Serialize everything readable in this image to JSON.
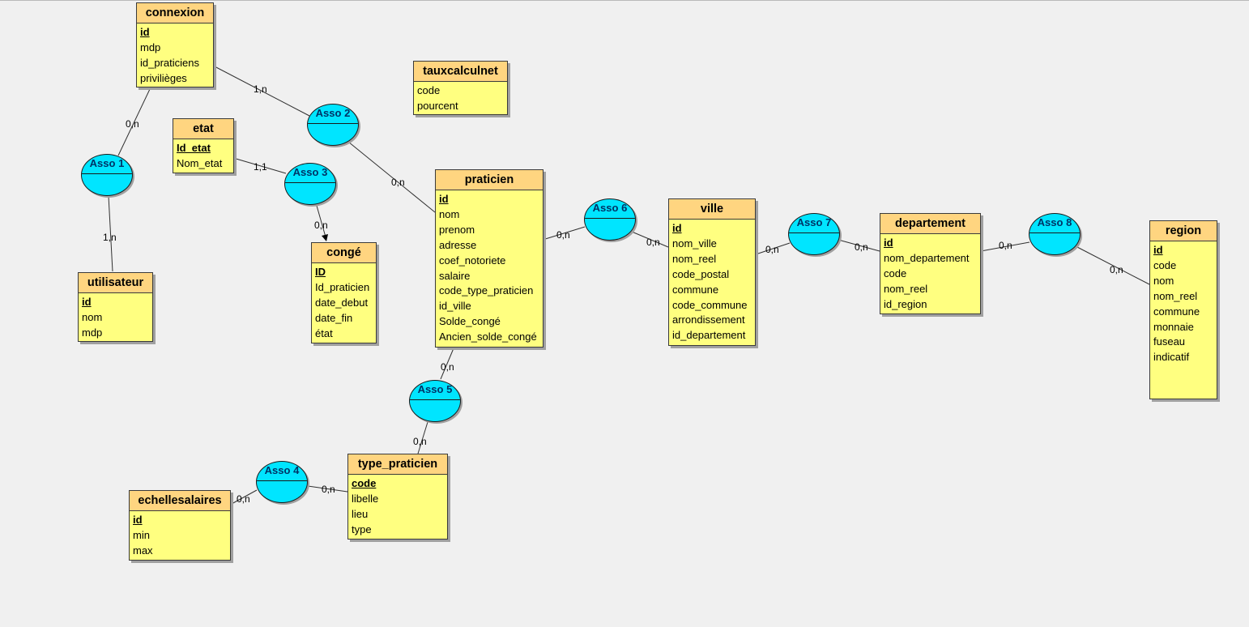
{
  "entities": {
    "connexion": {
      "title": "connexion",
      "attributes": [
        "id",
        "mdp",
        "id_praticiens",
        "privilièges"
      ]
    },
    "utilisateur": {
      "title": "utilisateur",
      "attributes": [
        "id",
        "nom",
        "mdp"
      ]
    },
    "etat": {
      "title": "etat",
      "attributes": [
        "Id_etat",
        "Nom_etat"
      ]
    },
    "conge": {
      "title": "congé",
      "attributes": [
        "ID",
        "Id_praticien",
        "date_debut",
        "date_fin",
        "état"
      ]
    },
    "tauxcalculnet": {
      "title": "tauxcalculnet",
      "attributes": [
        "code",
        "pourcent"
      ]
    },
    "praticien": {
      "title": "praticien",
      "attributes": [
        "id",
        "nom",
        "prenom",
        "adresse",
        "coef_notoriete",
        "salaire",
        "code_type_praticien",
        "id_ville",
        "Solde_congé",
        "Ancien_solde_congé"
      ]
    },
    "ville": {
      "title": "ville",
      "attributes": [
        "id",
        "nom_ville",
        "nom_reel",
        "code_postal",
        "commune",
        "code_commune",
        "arrondissement",
        "id_departement"
      ]
    },
    "departement": {
      "title": "departement",
      "attributes": [
        "id",
        "nom_departement",
        "code",
        "nom_reel",
        "id_region"
      ]
    },
    "region": {
      "title": "region",
      "attributes": [
        "id",
        "code",
        "nom",
        "nom_reel",
        "commune",
        "monnaie",
        "fuseau",
        "indicatif"
      ]
    },
    "type_praticien": {
      "title": "type_praticien",
      "attributes": [
        "code",
        "libelle",
        "lieu",
        "type"
      ]
    },
    "echellesalaires": {
      "title": "echellesalaires",
      "attributes": [
        "id",
        "min",
        "max"
      ]
    }
  },
  "associations": {
    "asso1": "Asso 1",
    "asso2": "Asso 2",
    "asso3": "Asso 3",
    "asso4": "Asso 4",
    "asso5": "Asso 5",
    "asso6": "Asso 6",
    "asso7": "Asso 7",
    "asso8": "Asso 8"
  },
  "cardinalities": {
    "connexion_asso2": "1,n",
    "connexion_asso1": "0,n",
    "utilisateur_asso1": "1,n",
    "etat_asso3": "1,1",
    "conge_asso3": "0,n",
    "praticien_asso2": "0,n",
    "praticien_asso6": "0,n",
    "ville_asso6": "0,n",
    "ville_asso7": "0,n",
    "departement_asso7": "0,n",
    "departement_asso8": "0,n",
    "region_asso8": "0,n",
    "praticien_asso5": "0,n",
    "type_praticien_asso5": "0,n",
    "type_praticien_asso4": "0,n",
    "echellesalaires_asso4": "0,n"
  },
  "colors": {
    "entity_body": "#ffff80",
    "entity_header": "#ffd580",
    "association": "#00e5ff",
    "association_label": "#003366",
    "background": "#f0f0f0"
  }
}
